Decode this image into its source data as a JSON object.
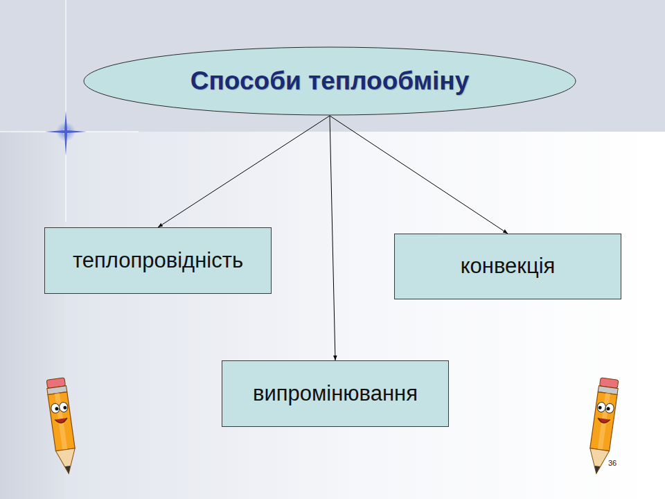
{
  "diagram": {
    "nodes": [
      {
        "text": [
          "Способи теплообміну"
        ]
      },
      {
        "text": [
          "теплопровідність"
        ]
      },
      {
        "text": [
          "конвекція"
        ]
      },
      {
        "text": [
          "випромінювання"
        ]
      }
    ],
    "edges": [
      {
        "from": 0,
        "to": 1,
        "arrow": "to"
      },
      {
        "from": 0,
        "to": 2,
        "arrow": "to"
      },
      {
        "from": 0,
        "to": 3,
        "arrow": "to"
      }
    ],
    "labels": [
      "36"
    ]
  }
}
